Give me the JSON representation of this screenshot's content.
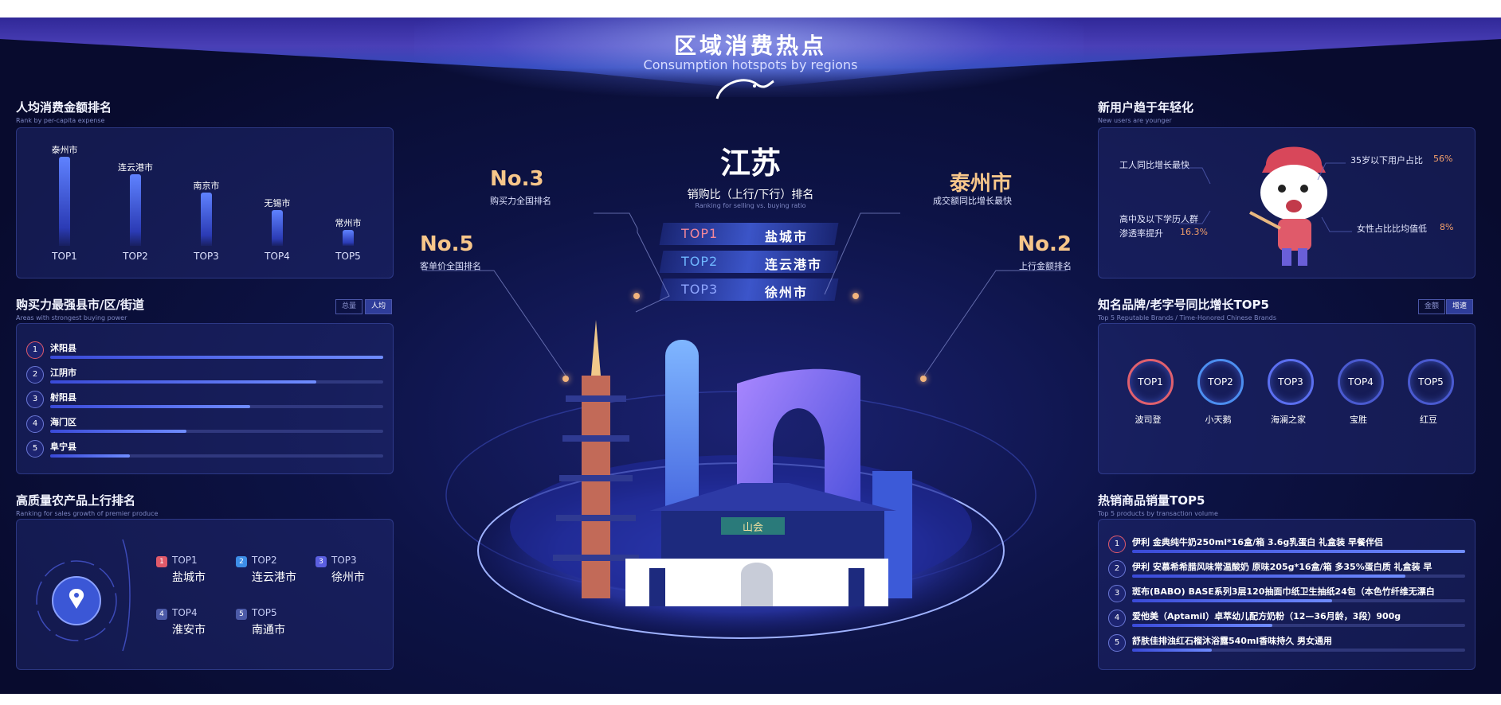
{
  "header": {
    "title": "区域消费热点",
    "subtitle": "Consumption hotspots by regions"
  },
  "per_capita": {
    "title": "人均消费金额排名",
    "subtitle": "Rank by per-capita expense",
    "chart_data": {
      "type": "bar",
      "categories": [
        "TOP1",
        "TOP2",
        "TOP3",
        "TOP4",
        "TOP5"
      ],
      "bar_labels": [
        "泰州市",
        "连云港市",
        "南京市",
        "无锡市",
        "常州市"
      ],
      "values": [
        100,
        80,
        60,
        40,
        18
      ]
    }
  },
  "buying_power": {
    "title": "购买力最强县市/区/街道",
    "subtitle": "Areas with strongest buying power",
    "toggle": [
      "总量",
      "人均"
    ],
    "items": [
      {
        "rank": "1",
        "name": "沭阳县",
        "pct": 100
      },
      {
        "rank": "2",
        "name": "江阴市",
        "pct": 80
      },
      {
        "rank": "3",
        "name": "射阳县",
        "pct": 60
      },
      {
        "rank": "4",
        "name": "海门区",
        "pct": 41
      },
      {
        "rank": "5",
        "name": "阜宁县",
        "pct": 24
      }
    ]
  },
  "produce": {
    "title": "高质量农产品上行排名",
    "subtitle": "Ranking for sales growth of premier produce",
    "items": [
      {
        "rank": "1",
        "top": "TOP1",
        "city": "盐城市",
        "color": "#e05a6a"
      },
      {
        "rank": "2",
        "top": "TOP2",
        "city": "连云港市",
        "color": "#3d8ee8"
      },
      {
        "rank": "3",
        "top": "TOP3",
        "city": "徐州市",
        "color": "#5b5fe0"
      },
      {
        "rank": "4",
        "top": "TOP4",
        "city": "淮安市",
        "color": "#4c5aa8"
      },
      {
        "rank": "5",
        "top": "TOP5",
        "city": "南通市",
        "color": "#4c5aa8"
      }
    ]
  },
  "center": {
    "province": "江苏",
    "ratio_title": "销购比（上行/下行）排名",
    "ratio_sub": "Ranking for selling vs. buying ratio",
    "ranks": [
      {
        "top": "TOP1",
        "city": "盐城市",
        "color": "#f2879a"
      },
      {
        "top": "TOP2",
        "city": "连云港市",
        "color": "#6fb7ff"
      },
      {
        "top": "TOP3",
        "city": "徐州市",
        "color": "#8fa6ff"
      }
    ],
    "no3": {
      "label": "No.3",
      "sub": "购买力全国排名"
    },
    "no5": {
      "label": "No.5",
      "sub": "客单价全国排名"
    },
    "taizhou": {
      "label": "泰州市",
      "sub": "成交额同比增长最快"
    },
    "no2": {
      "label": "No.2",
      "sub": "上行金额排名"
    },
    "plaque": "山会"
  },
  "young_users": {
    "title": "新用户趋于年轻化",
    "subtitle": "New users are younger",
    "s1": "工人同比增长最快",
    "s2a": "高中及以下学历人群",
    "s2b": "渗透率提升",
    "s2v": "16.3%",
    "s3": "35岁以下用户占比",
    "s3v": "56%",
    "s4": "女性占比比均值低",
    "s4v": "8%"
  },
  "brands": {
    "title": "知名品牌/老字号同比增长TOP5",
    "subtitle": "Top 5 Reputable Brands / Time-Honored Chinese Brands",
    "toggle": [
      "金额",
      "增速"
    ],
    "items": [
      {
        "top": "TOP1",
        "name": "波司登",
        "color": "#e0606e"
      },
      {
        "top": "TOP2",
        "name": "小天鹅",
        "color": "#4c8ef0"
      },
      {
        "top": "TOP3",
        "name": "海澜之家",
        "color": "#5b6ff0"
      },
      {
        "top": "TOP4",
        "name": "宝胜",
        "color": "#4a5ad0"
      },
      {
        "top": "TOP5",
        "name": "红豆",
        "color": "#4a5ad0"
      }
    ]
  },
  "hot_products": {
    "title": "热销商品销量TOP5",
    "subtitle": "Top 5 products by transaction volume",
    "items": [
      {
        "rank": "1",
        "name": "伊利 金典纯牛奶250ml*16盒/箱 3.6g乳蛋白 礼盒装 早餐伴侣",
        "pct": 100
      },
      {
        "rank": "2",
        "name": "伊利 安慕希希腊风味常温酸奶 原味205g*16盒/箱 多35%蛋白质 礼盒装 早",
        "pct": 82
      },
      {
        "rank": "3",
        "name": "斑布(BABO) BASE系列3层120抽面巾纸卫生抽纸24包（本色竹纤维无漂白",
        "pct": 60
      },
      {
        "rank": "4",
        "name": "爱他美（Aptamil）卓萃幼儿配方奶粉（12—36月龄，3段）900g",
        "pct": 42
      },
      {
        "rank": "5",
        "name": "舒肤佳排浊红石榴沐浴露540ml香味持久 男女通用",
        "pct": 24
      }
    ]
  }
}
